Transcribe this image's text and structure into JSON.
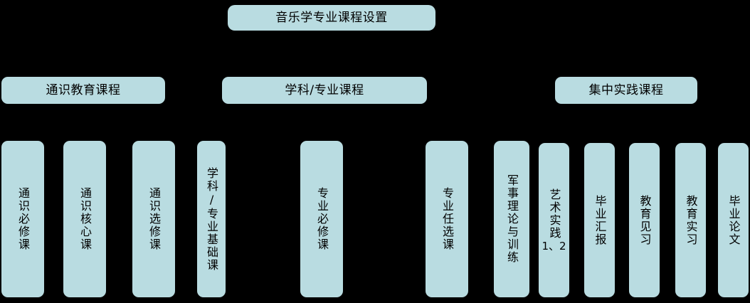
{
  "diagram": {
    "background_color": "#000000",
    "box_fill_color": "#b9dce1",
    "text_color": "#000000",
    "title": {
      "label": "音乐学专业课程设置"
    },
    "categories": [
      {
        "label": "通识教育课程"
      },
      {
        "label": "学科/专业课程"
      },
      {
        "label": "集中实践课程"
      }
    ],
    "courses": [
      {
        "label": "通识必修课",
        "suffix": ""
      },
      {
        "label": "通识核心课",
        "suffix": ""
      },
      {
        "label": "通识选修课",
        "suffix": ""
      },
      {
        "label": "学科/专业基础课",
        "suffix": ""
      },
      {
        "label": "专业必修课",
        "suffix": ""
      },
      {
        "label": "专业任选课",
        "suffix": ""
      },
      {
        "label": "军事理论与训练",
        "suffix": ""
      },
      {
        "label": "艺术实践",
        "suffix": "1、2"
      },
      {
        "label": "毕业汇报",
        "suffix": ""
      },
      {
        "label": "教育见习",
        "suffix": ""
      },
      {
        "label": "教育实习",
        "suffix": ""
      },
      {
        "label": "毕业论文",
        "suffix": ""
      }
    ]
  }
}
